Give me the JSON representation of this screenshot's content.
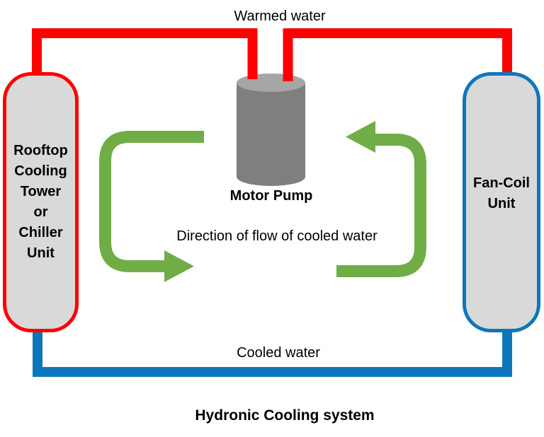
{
  "title": "Hydronic Cooling system",
  "labels": {
    "warmed_water": "Warmed water",
    "cooled_water": "Cooled water",
    "flow_direction": "Direction of flow of cooled water",
    "motor_pump": "Motor Pump"
  },
  "units": {
    "left": {
      "lines": [
        "Rooftop",
        "Cooling",
        "Tower",
        "or",
        "Chiller",
        "Unit"
      ]
    },
    "right": {
      "lines": [
        "Fan-Coil",
        "Unit"
      ]
    }
  },
  "colors": {
    "warm_pipe": "#ff0000",
    "cool_pipe": "#0e76bc",
    "flow_arrow": "#70ad47",
    "unit_fill": "#d9d9d9",
    "unit_border_left": "#ff0000",
    "unit_border_right": "#0e76bc",
    "pump_body": "#7f7f7f",
    "pump_top": "#a6a6a6",
    "text": "#000000"
  }
}
